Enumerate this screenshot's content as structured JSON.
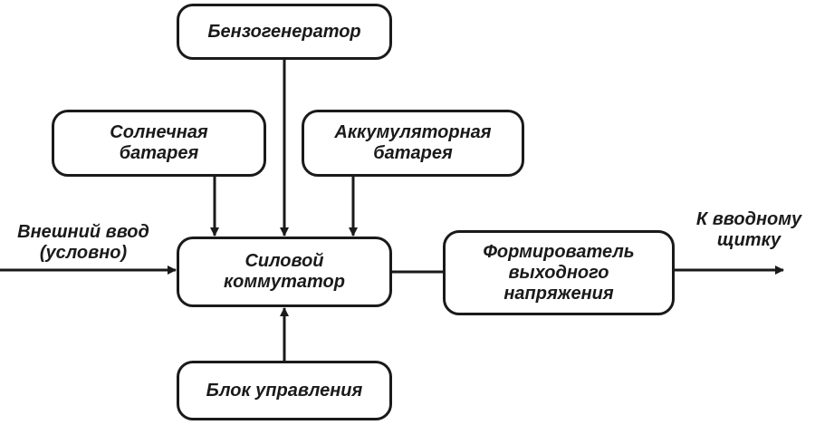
{
  "diagram": {
    "blocks": {
      "generator": "Бензогенератор",
      "solar": "Солнечная\nбатарея",
      "accumulator": "Аккумуляторная\nбатарея",
      "switch": "Силовой\nкоммутатор",
      "former": "Формирователь\nвыходного\nнапряжения",
      "control": "Блок управления"
    },
    "labels": {
      "external_input": "Внешний ввод\n(условно)",
      "to_panel": "К вводному\nщитку"
    },
    "colors": {
      "line": "#1a1a1a",
      "box_border": "#1a1a1a",
      "background": "#ffffff"
    }
  }
}
